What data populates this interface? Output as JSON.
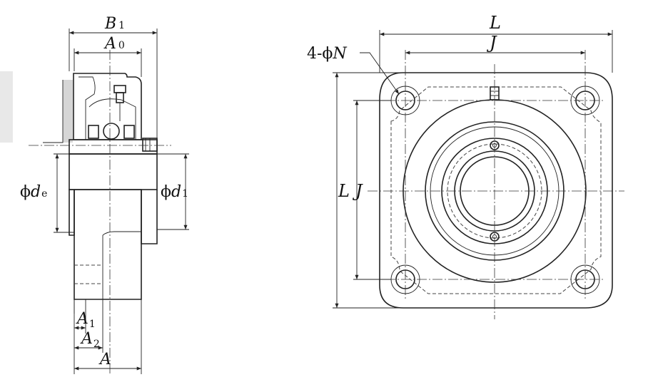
{
  "labels": {
    "B1_main": "B",
    "B1_sub": "1",
    "A0_main": "A",
    "A0_sub": "0",
    "A1_main": "A",
    "A1_sub": "1",
    "A2_main": "A",
    "A2_sub": "2",
    "A": "A",
    "de_prefix": "ϕ",
    "de_main": "d",
    "de_sub": "e",
    "d1_prefix": "ϕ",
    "d1_main": "d",
    "d1_sub": "1",
    "L_top": "L",
    "J_top": "J",
    "L_side": "L",
    "J_side": "J",
    "holes_prefix": "4-ϕ",
    "holes_main": "N"
  },
  "colors": {
    "seal_fill": "#bfe0ee",
    "housing_fill": "#ffffff",
    "line": "#222222",
    "shadow": "#d8d8d8"
  }
}
